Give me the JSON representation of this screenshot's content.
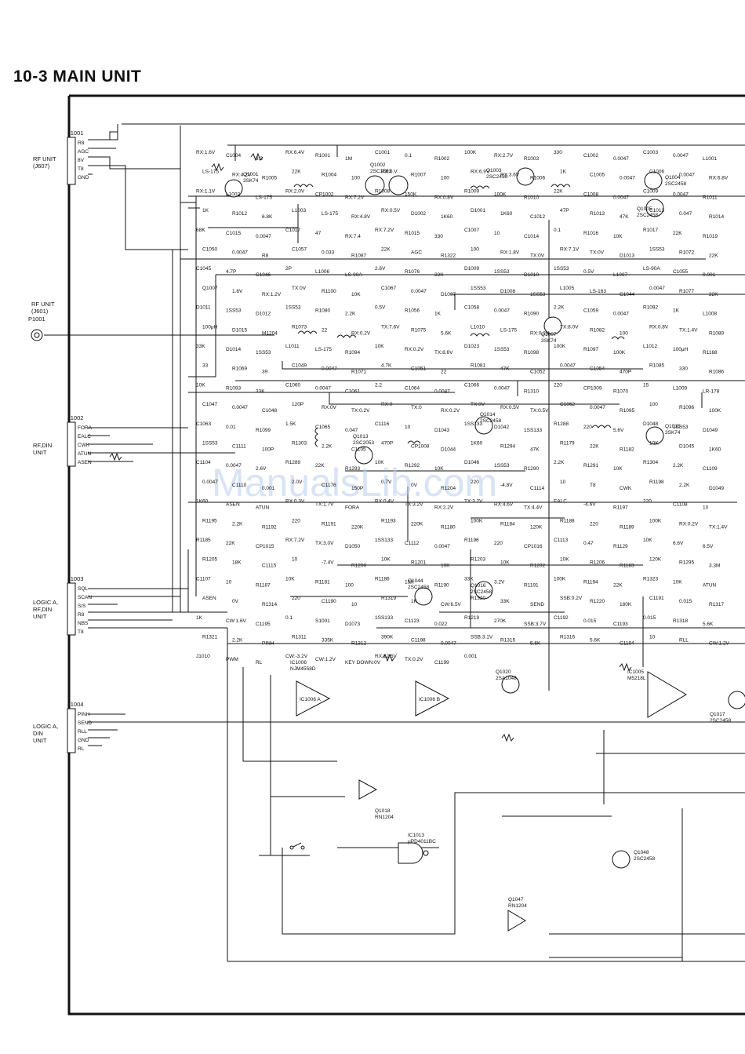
{
  "title": "10-3  MAIN UNIT",
  "watermark": "ManualsLib.com",
  "connectors": [
    {
      "ref": "J1001",
      "unit": [
        "RF UNIT",
        "(J607)"
      ],
      "pins": [
        "R8",
        "AGC",
        "8V",
        "T8",
        "GND"
      ]
    },
    {
      "ref": "P1001",
      "unit": [
        "RF UNIT",
        "(J601)"
      ],
      "pins": []
    },
    {
      "ref": "J1002",
      "unit": [
        "RF,DIN",
        "UNIT"
      ],
      "pins": [
        "FORA",
        "EALC",
        "CWK",
        "ATUN",
        "ASEN"
      ]
    },
    {
      "ref": "J1003",
      "unit": [
        "LOGIC A,",
        "RF,DIN",
        "UNIT"
      ],
      "pins": [
        "SQL",
        "SCAN",
        "S/S",
        "R8",
        "NBS",
        "T8"
      ]
    },
    {
      "ref": "J1004",
      "unit": [
        "LOGIC A,",
        "DIN",
        "UNIT"
      ],
      "pins": [
        "PINH",
        "SEND",
        "RLL",
        "GND",
        "RL"
      ]
    }
  ],
  "transistors": [
    {
      "ref": "Q1001",
      "part": "3SK74"
    },
    {
      "ref": "Q1002",
      "part": "2SC1583"
    },
    {
      "ref": "Q1003",
      "part": "2SC2458"
    },
    {
      "ref": "Q1004",
      "part": "2SC2458"
    },
    {
      "ref": "Q1005",
      "part": "2SC2458"
    },
    {
      "ref": "Q1007",
      "part": "3SK74"
    },
    {
      "ref": "Q1013",
      "part": "2SC2053"
    },
    {
      "ref": "Q1014",
      "part": "2SC2458"
    },
    {
      "ref": "Q1015",
      "part": "3SK74"
    },
    {
      "ref": "Q1044",
      "part": "2SC2458"
    },
    {
      "ref": "Q1016",
      "part": "2SC2458"
    },
    {
      "ref": "Q1020",
      "part": "2SA1048"
    },
    {
      "ref": "Q1017",
      "part": "2SC2458"
    },
    {
      "ref": "Q1018",
      "part": "RN1204"
    },
    {
      "ref": "Q1048",
      "part": "2SC2458"
    },
    {
      "ref": "Q1047",
      "part": "RN1204"
    }
  ],
  "ics": [
    {
      "ref": "IC1006",
      "part": "NJM4558D",
      "units": [
        "IC1006 A",
        "IC1006 B"
      ]
    },
    {
      "ref": "IC1005",
      "part": "M5218L",
      "units": []
    },
    {
      "ref": "IC1013",
      "part": "μPD4011BC",
      "units": []
    }
  ],
  "labels": [
    "RX:1.6V",
    "C1004",
    "3.3",
    "RX:6.4V",
    "R1001",
    "1M",
    "C1001",
    "0.1",
    "R1002",
    "100K",
    "RX:2.7V",
    "R1003",
    "330",
    "C1002",
    "0.0047",
    "C1003",
    "0.0047",
    "L1001",
    "LS-175",
    "RX:4.2V",
    "R1005",
    "22K",
    "R1004",
    "100",
    "RX:0.V",
    "R1007",
    "100",
    "RX:6.9V",
    "RX:3.6V",
    "R1006",
    "1K",
    "C1005",
    "0.0047",
    "C1006",
    "0.0047",
    "RX:6.8V",
    "RX:1.1V",
    "L1002",
    "LS-175",
    "RX:2.0V",
    "CP1002",
    "RX:7.2V",
    "R1008",
    "150K",
    "RX:0.8V",
    "R1009",
    "100K",
    "R1010",
    "22K",
    "C1008",
    "0.0047",
    "C1009",
    "0.0047",
    "R1011",
    "1K",
    "R1012",
    "6.8K",
    "L1003",
    "LS-175",
    "RX:4.8V",
    "RX:0.5V",
    "D1002",
    "1K60",
    "D1001",
    "1K60",
    "C1012",
    "47P",
    "R1013",
    "47K",
    "C1013",
    "0.047",
    "R1014",
    "68K",
    "C1015",
    "0.0047",
    "C1017",
    "47",
    "RX:7.4",
    "RX:7.2V",
    "R1015",
    "330",
    "C1007",
    "10",
    "C1014",
    "0.1",
    "R1016",
    "10K",
    "R1017",
    "22K",
    "R1019",
    "C1050",
    "0.0047",
    "R8",
    "C1057",
    "0.033",
    "R1087",
    "22K",
    "AGC",
    "R1322",
    "100",
    "RX:1.8V",
    "TX:0V",
    "RX:7.1V",
    "TX:0V",
    "D1013",
    "1SS53",
    "R1072",
    "22K",
    "C1045",
    "4.7P",
    "C1046",
    "2P",
    "L1006",
    "LS-90A",
    "2.6V",
    "R1076",
    "22K",
    "D1009",
    "1SS53",
    "D1010",
    "1SS53",
    "0.5V",
    "L1007",
    "LS-90A",
    "C1055",
    "0.001",
    "Q1007",
    "1.6V",
    "RX:1.2V",
    "TX:0V",
    "R1100",
    "10K",
    "C1067",
    "0.0047",
    "D1007",
    "1SS53",
    "D1008",
    "1SS53",
    "L1005",
    "LS-163",
    "C1044",
    "0.0047",
    "R1077",
    "22K",
    "D1011",
    "1SS53",
    "D1012",
    "1SS53",
    "R1080",
    "2.2K",
    "0.5V",
    "R1056",
    "1K",
    "C1058",
    "0.0047",
    "R1090",
    "2.2K",
    "C1059",
    "0.0047",
    "R1092",
    "1K",
    "L1008",
    "100μH",
    "D1015",
    "M1204",
    "R1073",
    "22",
    "RX:0.2V",
    "TX:7.6V",
    "R1075",
    "5.6K",
    "L1010",
    "LS-175",
    "RX:0.2V",
    "TX:8.0V",
    "R1082",
    "100",
    "RX:0.8V",
    "TX:1.4V",
    "R1089",
    "33K",
    "D1014",
    "1SS53",
    "L1011",
    "LS-175",
    "R1094",
    "10K",
    "RX:0.2V",
    "TX:8.6V",
    "D1023",
    "1SS53",
    "R1098",
    "100K",
    "R1097",
    "100K",
    "L1012",
    "100μH",
    "R1168",
    "33",
    "R1069",
    "39",
    "C1049",
    "0.0047",
    "R1071",
    "4.7K",
    "C1051",
    "22",
    "R1081",
    "47K",
    "C1052",
    "0.0047",
    "C1054",
    "470P",
    "R1085",
    "330",
    "R1086",
    "10K",
    "R1093",
    "33K",
    "C1060",
    "0.0047",
    "C1061",
    "2.2",
    "C1064",
    "0.0047",
    "C1066",
    "0.0047",
    "R1310",
    "220",
    "CP1009",
    "R1070",
    "15",
    "L1009",
    "LR-178",
    "C1047",
    "0.0047",
    "C1048",
    "120P",
    "RX:0V",
    "TX:0.2V",
    "RX:0",
    "TX:0",
    "RX:0.2V",
    "TX:0V",
    "RX:0.5V",
    "TX:0.5V",
    "C1062",
    "0.0047",
    "R1095",
    "100",
    "R1096",
    "100K",
    "C1063",
    "0.01",
    "R1099",
    "1.5K",
    "C1065",
    "0.047",
    "C1116",
    "10",
    "D1043",
    "1SS133",
    "D1042",
    "1SS133",
    "R1288",
    "220",
    "5.6V",
    "D1048",
    "1SS53",
    "D1049",
    "1SS53",
    "C1111",
    "100P",
    "R1303",
    "2.2K",
    "C1105",
    "470P",
    "CP1008",
    "D1044",
    "1K60",
    "R1294",
    "47K",
    "R1179",
    "22K",
    "R1182",
    "10K",
    "D1045",
    "1K60",
    "C1104",
    "0.0047",
    "2.6V",
    "R1289",
    "22K",
    "R1293",
    "10K",
    "R1292",
    "10K",
    "D1046",
    "1SS53",
    "R1290",
    "2.2K",
    "R1291",
    "10K",
    "R1304",
    "2.2K",
    "C1109",
    "0.0047",
    "C1110",
    "0.001",
    "2.0V",
    "C1176",
    "150P",
    "0.7V",
    "0V",
    "R1204",
    "220",
    "-4.8V",
    "C1114",
    "10",
    "T8",
    "CWK",
    "R1198",
    "2.2K",
    "D1049",
    "1K60",
    "ASEN",
    "ATUN",
    "RX:0.3V",
    "TX:1.7V",
    "FORA",
    "RX:0.4V",
    "TX:3.2V",
    "RX:2.2V",
    "TX:3.2V",
    "RX:4.6V",
    "TX:4.4V",
    "EALC",
    "-4.6V",
    "R1197",
    "220",
    "C1108",
    "10",
    "R1195",
    "2.2K",
    "R1192",
    "220",
    "R1191",
    "220K",
    "R1193",
    "220K",
    "R1180",
    "100K",
    "R1184",
    "120K",
    "R1188",
    "220",
    "R1189",
    "100K",
    "RX:0.2V",
    "TX:1.4V",
    "R1185",
    "22K",
    "CP1015",
    "RX:7.2V",
    "TX:3.0V",
    "D1050",
    "1SS133",
    "C1112",
    "0.0047",
    "R1196",
    "220",
    "CP1016",
    "C1113",
    "0.47",
    "R1129",
    "10K",
    "6.6V",
    "6.5V",
    "R1205",
    "18K",
    "C1115",
    "10",
    "-7.4V",
    "R1200",
    "10K",
    "R1201",
    "10K",
    "R1203",
    "10K",
    "R1202",
    "10K",
    "R1206",
    "R1183",
    "120K",
    "R1295",
    "3.3M",
    "C1107",
    "10",
    "R1187",
    "10K",
    "R1181",
    "100",
    "R1186",
    "15K",
    "R1190",
    "33K",
    "3.2V",
    "R1191",
    "100K",
    "R1194",
    "22K",
    "R1323",
    "10K",
    "ATUN",
    "ASEN",
    "0V",
    "R1314",
    "220",
    "C1190",
    "10",
    "R1319",
    "1K",
    "CW:6.5V",
    "R1320",
    "33K",
    "SEND",
    "SSB:0.2V",
    "R1220",
    "180K",
    "C1191",
    "0.015",
    "R1317",
    "1K",
    "CW:1.6V",
    "C1195",
    "0.1",
    "S1001",
    "D1073",
    "1SS133",
    "C1123",
    "0.022",
    "R1219",
    "270K",
    "SSB:3.7V",
    "C1192",
    "0.015",
    "C1193",
    "0.015",
    "R1318",
    "5.6K",
    "R1321",
    "2.2K",
    "PINH",
    "R1311",
    "335K",
    "R1312",
    "390K",
    "C1198",
    "0.0047",
    "SSB:3.1V",
    "R1315",
    "5.6K",
    "R1316",
    "5.6K",
    "C1194",
    "10",
    "RLL",
    "CW:1.2V",
    "J1010",
    "PWM",
    "RL",
    "CW:-3.2V",
    "CW:1.2V",
    "KEY DOWN:0V",
    "RX:12.5V",
    "TX:0.2V",
    "C1199",
    "0.001"
  ]
}
